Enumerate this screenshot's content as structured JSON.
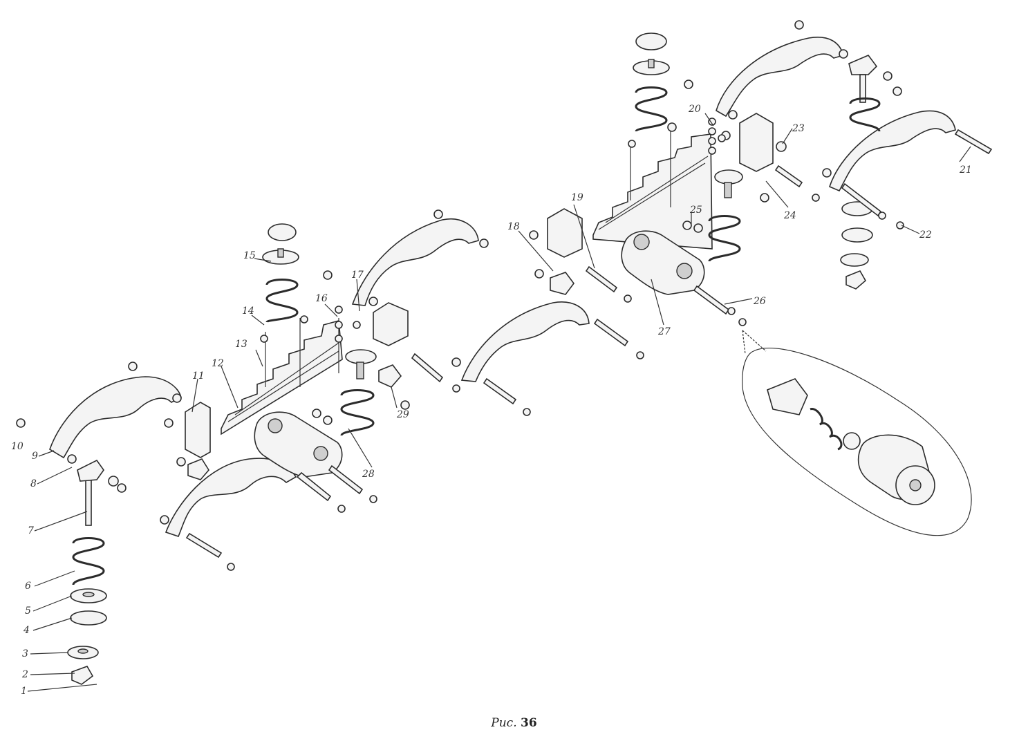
{
  "caption": {
    "prefix": "Рис.",
    "number": "36"
  },
  "callouts": [
    "1",
    "2",
    "3",
    "4",
    "5",
    "6",
    "7",
    "8",
    "9",
    "10",
    "11",
    "12",
    "13",
    "14",
    "15",
    "16",
    "17",
    "18",
    "19",
    "20",
    "21",
    "22",
    "23",
    "24",
    "25",
    "26",
    "27",
    "28",
    "29"
  ]
}
